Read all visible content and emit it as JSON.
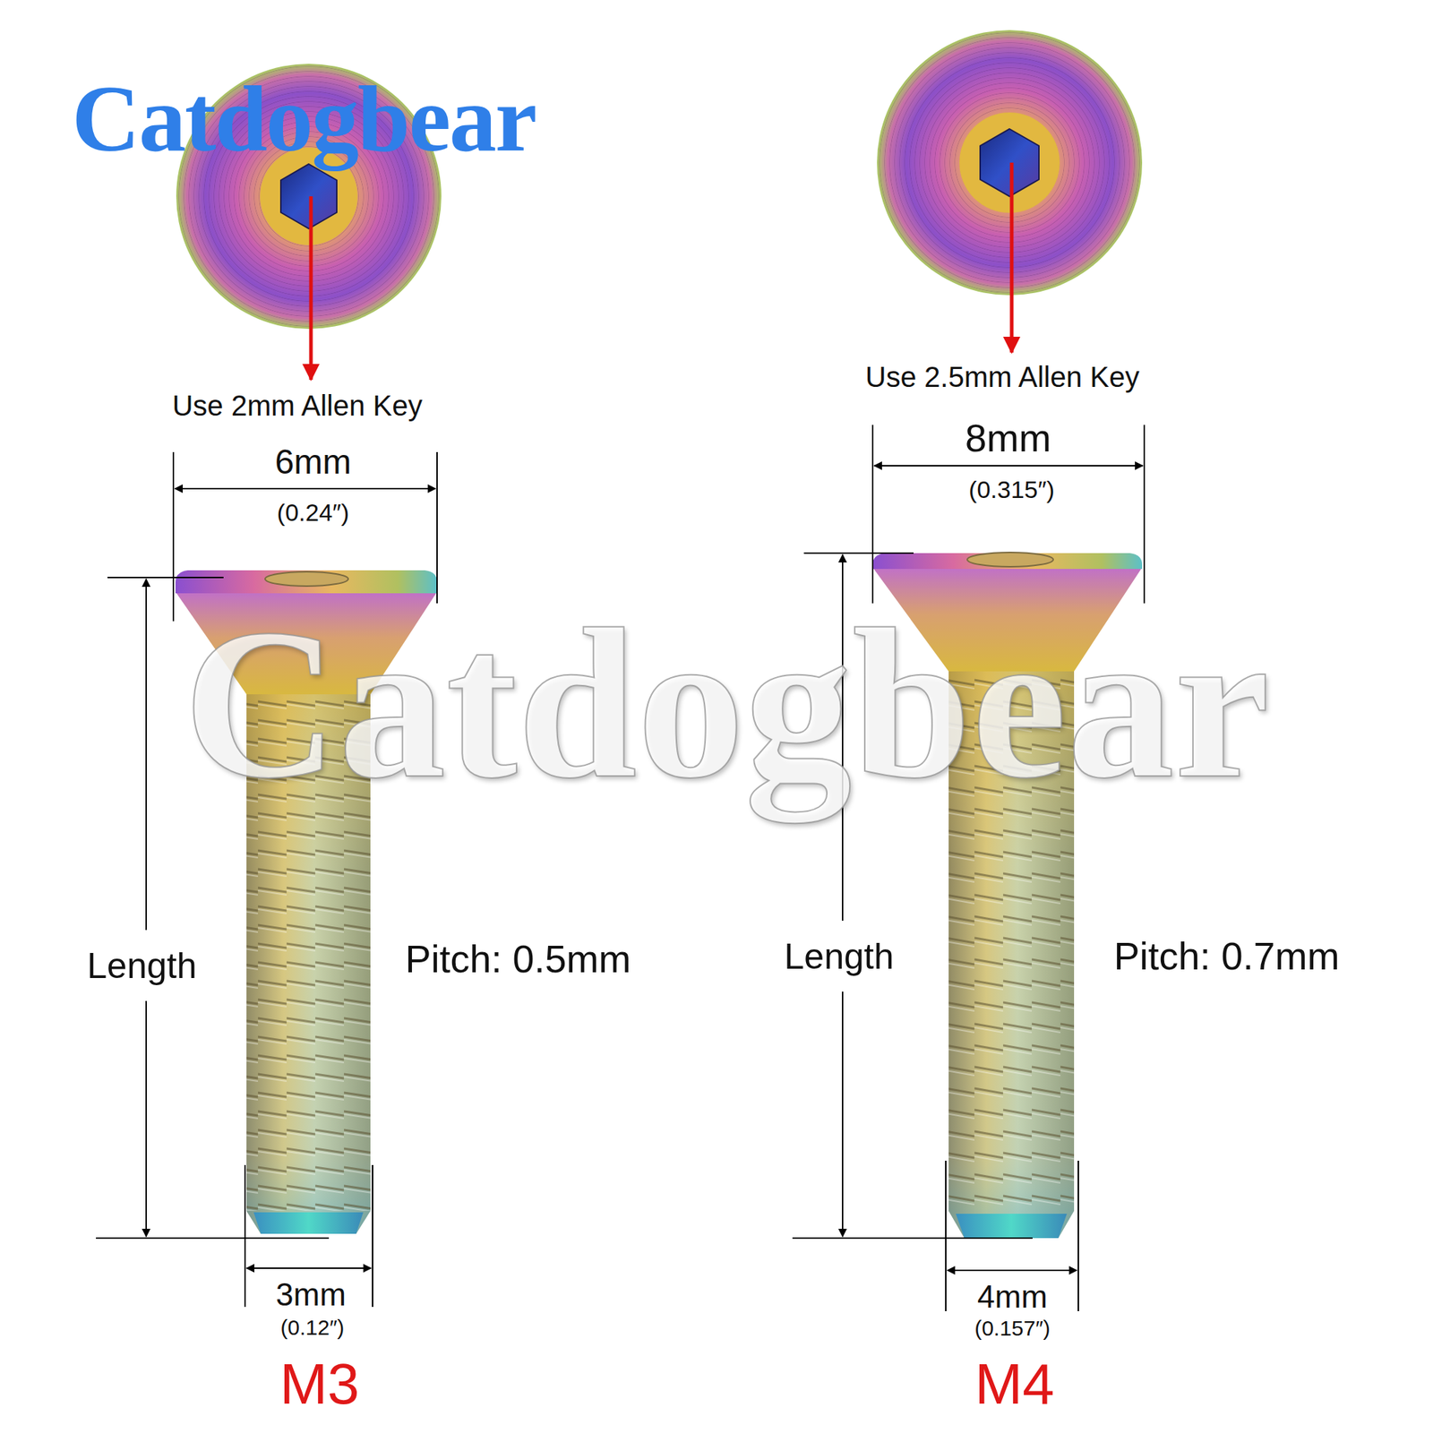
{
  "diagram": {
    "labels": [
      "Catdogbear",
      "Use 2mm Allen Key",
      "6mm",
      "(0.24″)",
      "Length",
      "Pitch: 0.5mm",
      "3mm",
      "(0.12″)",
      "M3",
      "Use 2.5mm Allen Key",
      "8mm",
      "(0.315″)",
      "Length",
      "Pitch: 0.7mm",
      "4mm",
      "(0.157″)",
      "M4",
      "Catdogbear"
    ]
  }
}
